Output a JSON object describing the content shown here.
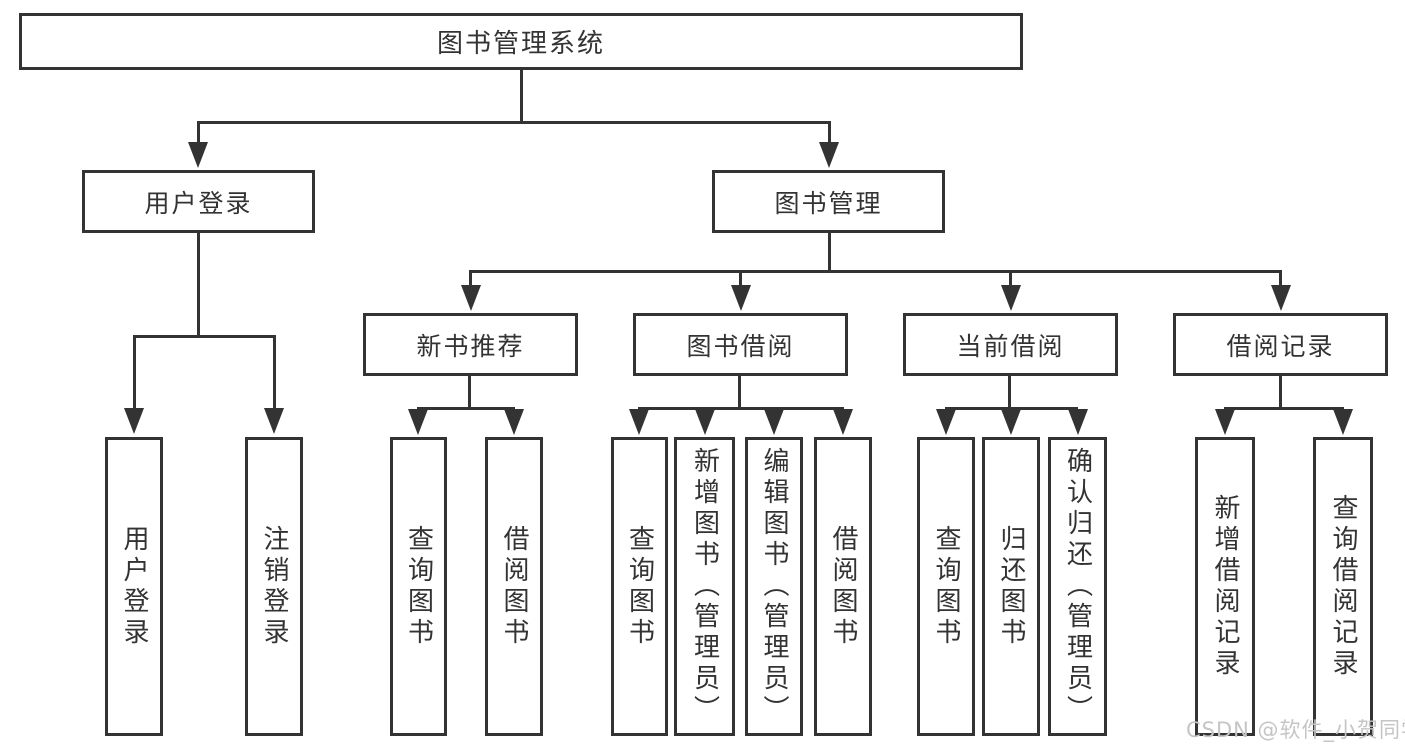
{
  "diagram": {
    "root": {
      "label": "图书管理系统"
    },
    "branches": [
      {
        "label": "用户登录",
        "children": [
          {
            "label": "用户登录"
          },
          {
            "label": "注销登录"
          }
        ]
      },
      {
        "label": "图书管理",
        "children": [
          {
            "label": "新书推荐",
            "children": [
              {
                "label": "查询图书"
              },
              {
                "label": "借阅图书"
              }
            ]
          },
          {
            "label": "图书借阅",
            "children": [
              {
                "label": "查询图书"
              },
              {
                "label": "新增图书（管理员）"
              },
              {
                "label": "编辑图书（管理员）"
              },
              {
                "label": "借阅图书"
              }
            ]
          },
          {
            "label": "当前借阅",
            "children": [
              {
                "label": "查询图书"
              },
              {
                "label": "归还图书"
              },
              {
                "label": "确认归还（管理员）"
              }
            ]
          },
          {
            "label": "借阅记录",
            "children": [
              {
                "label": "新增借阅记录"
              },
              {
                "label": "查询借阅记录"
              }
            ]
          }
        ]
      }
    ]
  },
  "watermark": {
    "text": "CSDN @软件_小贺同学"
  },
  "colors": {
    "line": "#333333",
    "text": "#333333",
    "box_fill": "#ffffff",
    "background": "#ffffff",
    "watermark": "#c5c5c5"
  }
}
